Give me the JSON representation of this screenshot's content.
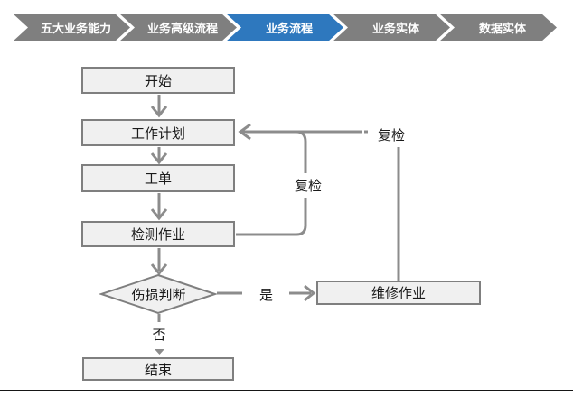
{
  "breadcrumb": {
    "items": [
      {
        "label": "五大业务能力",
        "active": false
      },
      {
        "label": "业务高级流程",
        "active": false
      },
      {
        "label": "业务流程",
        "active": true
      },
      {
        "label": "业务实体",
        "active": false
      },
      {
        "label": "数据实体",
        "active": false
      }
    ]
  },
  "flowchart": {
    "nodes": {
      "start": "开始",
      "work_plan": "工作计划",
      "work_order": "工单",
      "inspection": "检测作业",
      "damage_decision": "伤损判断",
      "repair": "维修作业",
      "end": "结束"
    },
    "edge_labels": {
      "recheck_outer": "复检",
      "recheck_inner": "复检",
      "yes": "是",
      "no": "否"
    }
  },
  "colors": {
    "step_active": "#2E78BE",
    "step_inactive": "#7F7F7F",
    "node_fill": "#F0F0F0",
    "node_border": "#7F7F7F",
    "connector": "#8C8C8C",
    "text": "#1A1A1A"
  }
}
